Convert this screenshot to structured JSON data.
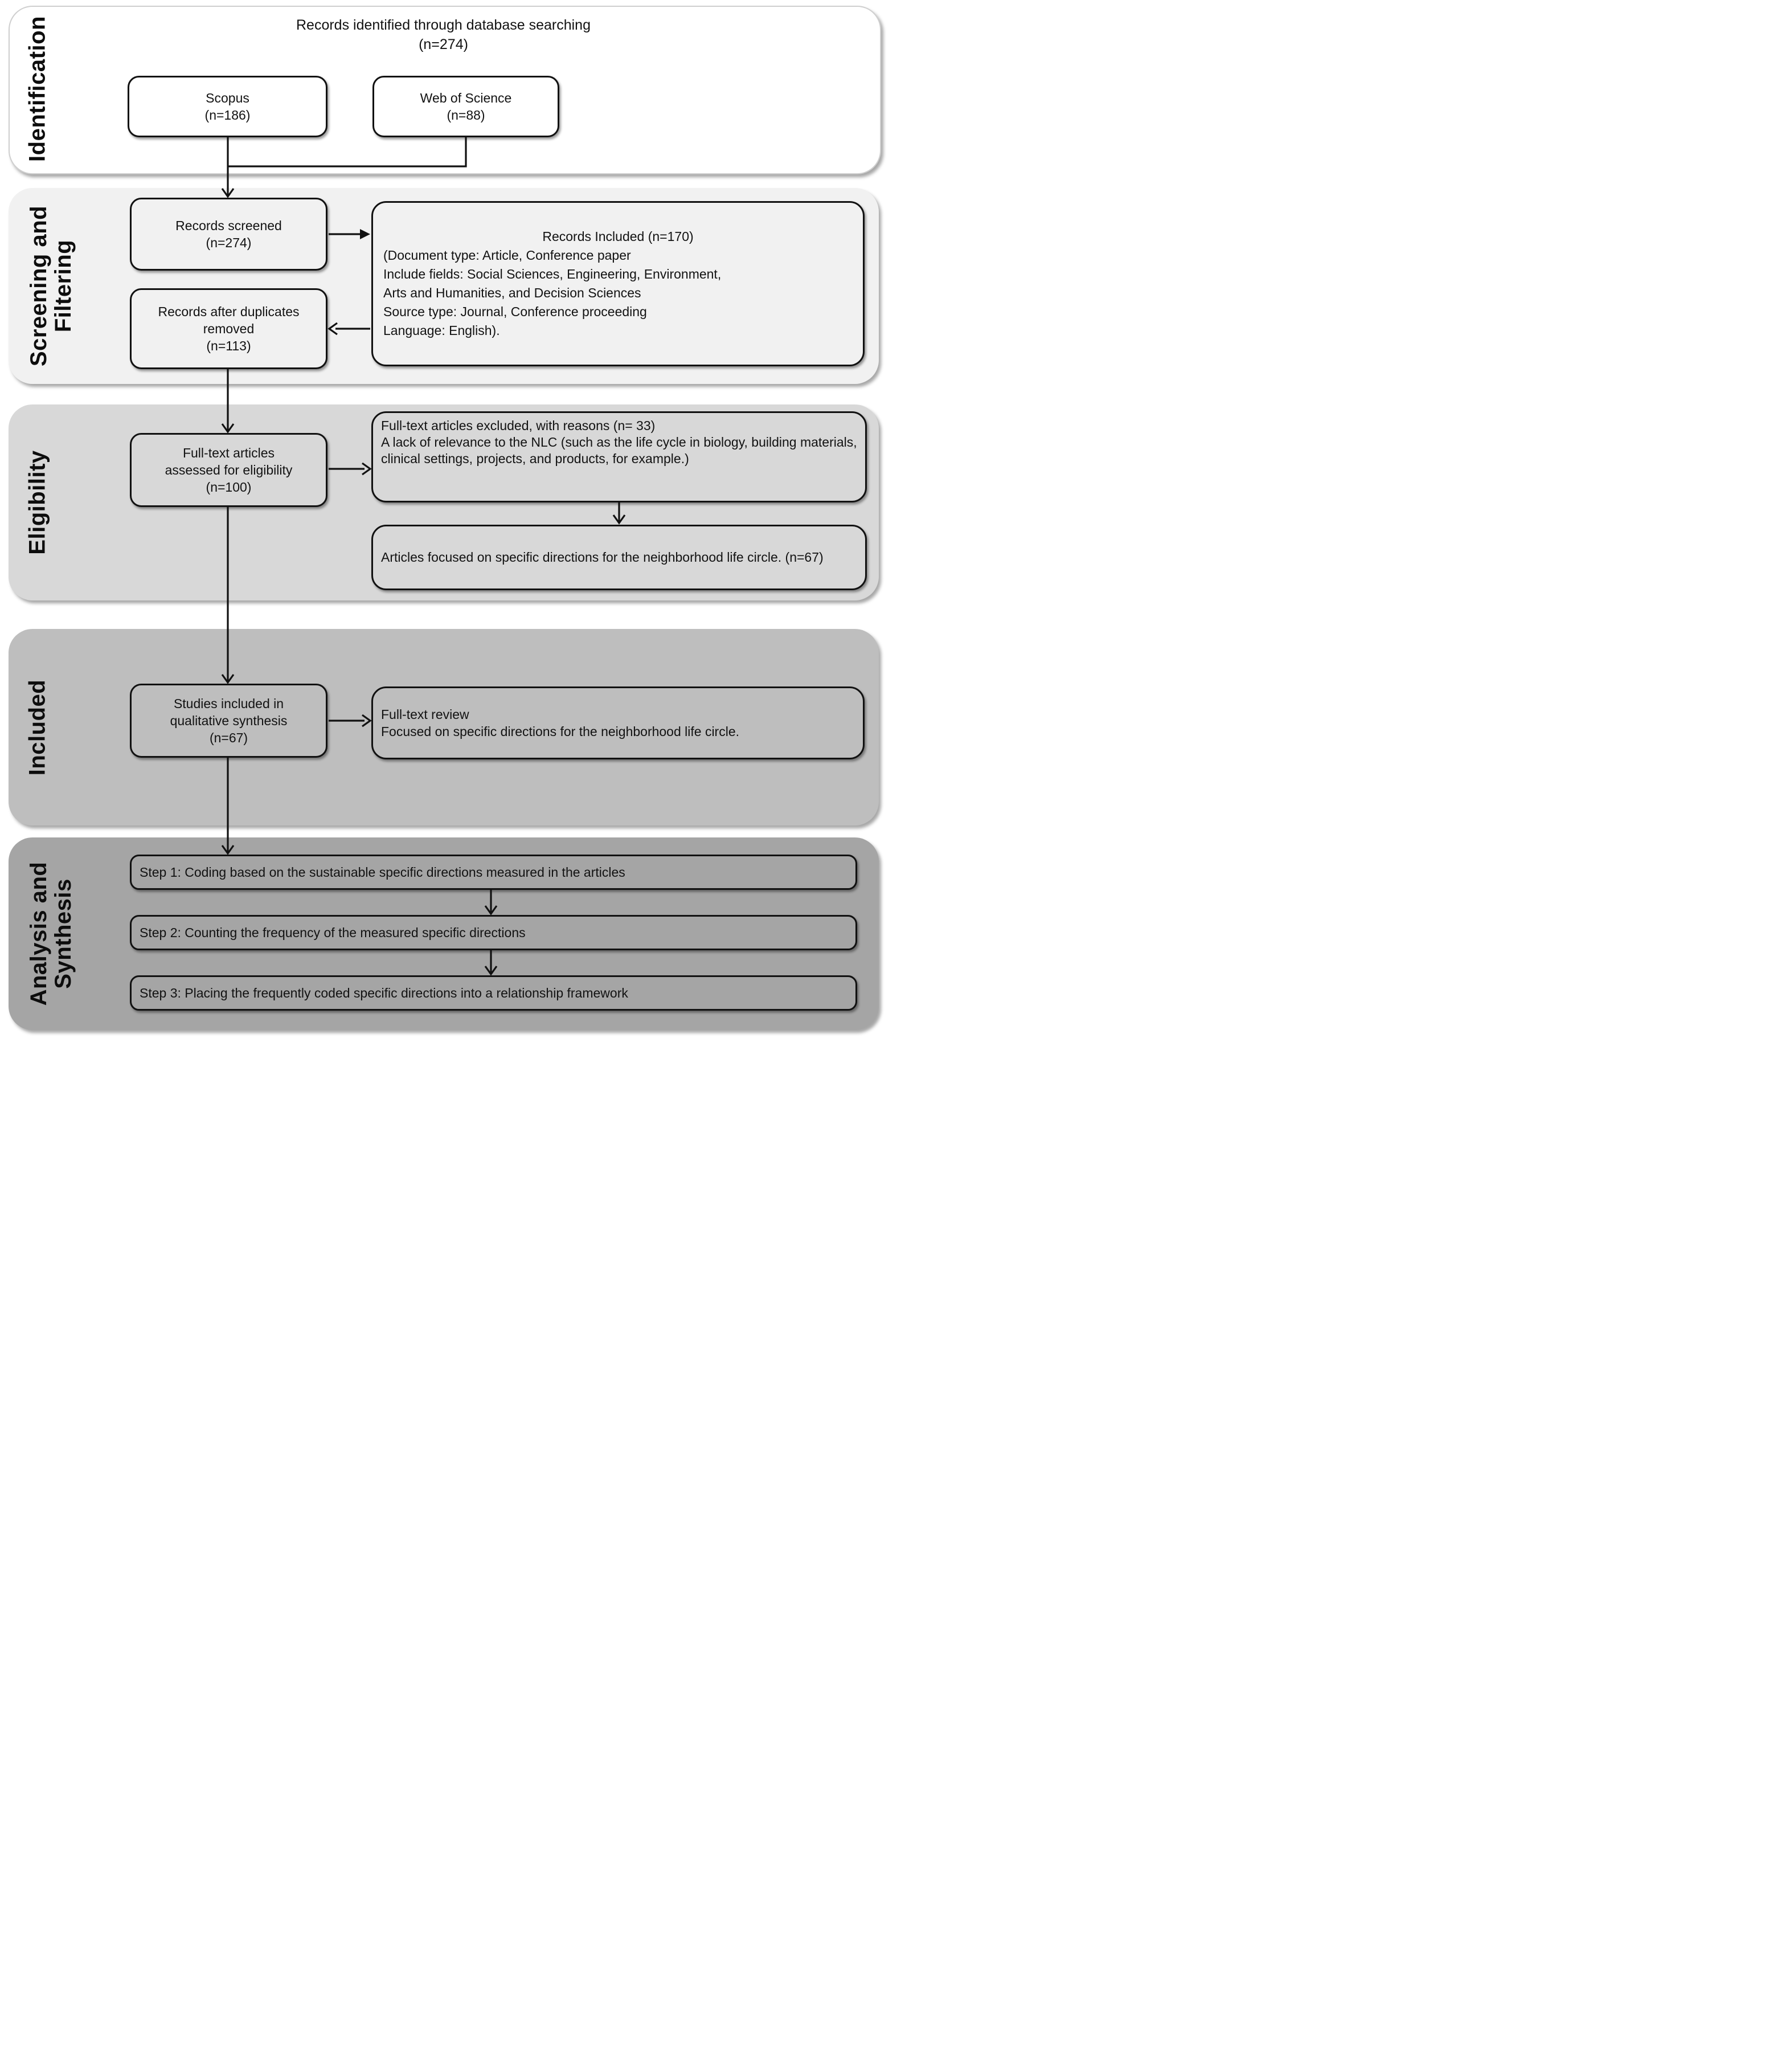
{
  "identification": {
    "label": "Identification",
    "title_line1": "Records identified through database searching",
    "title_line2": "(n=274)",
    "scopus_line1": "Scopus",
    "scopus_line2": "(n=186)",
    "wos_line1": "Web of Science",
    "wos_line2": "(n=88)"
  },
  "screening": {
    "label": "Screening and\nFiltering",
    "records_screened_line1": "Records screened",
    "records_screened_line2": "(n=274)",
    "included_title": "Records Included (n=170)",
    "included_lines": [
      "(Document type: Article, Conference paper",
      "Include fields: Social Sciences, Engineering, Environment,",
      "Arts and Humanities, and Decision Sciences",
      "Source type: Journal, Conference proceeding",
      "Language: English)."
    ],
    "duplicates_line1": "Records after duplicates",
    "duplicates_line2": "removed",
    "duplicates_line3": "(n=113)"
  },
  "eligibility": {
    "label": "Eligibility",
    "fulltext_line1": "Full-text articles",
    "fulltext_line2": "assessed for eligibility",
    "fulltext_line3": "(n=100)",
    "excluded_line1": "Full-text articles excluded, with reasons (n= 33)",
    "excluded_line2": "A lack of relevance to the NLC (such as the life cycle in biology, building materials, clinical settings, projects, and products, for example.)",
    "focused_text": "Articles focused on specific directions for the neighborhood life circle. (n=67)"
  },
  "included_section": {
    "label": "Included",
    "studies_line1": "Studies included in",
    "studies_line2": "qualitative synthesis",
    "studies_line3": "(n=67)",
    "review_line1": "Full-text review",
    "review_line2": "Focused on specific directions for the neighborhood life circle."
  },
  "analysis": {
    "label": "Analysis and\nSynthesis",
    "step1": "Step 1: Coding based on the sustainable specific directions measured in the articles",
    "step2": "Step 2: Counting the frequency of the measured specific directions",
    "step3": "Step 3: Placing the frequently coded specific directions into a relationship framework"
  },
  "colors": {
    "band1_bg": "#ffffff",
    "band1_border": "#cfcfcf",
    "band2_bg": "#f1f1f1",
    "band3_bg": "#d8d8d8",
    "band4_bg": "#bebebe",
    "band5_bg": "#a5a5a5",
    "line": "#111111"
  }
}
